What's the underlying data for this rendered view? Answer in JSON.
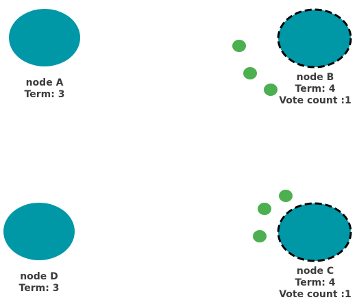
{
  "colors": {
    "node_fill": "#0097a7",
    "candidate_border": "#000000",
    "message_dot": "#4caf50",
    "label_text": "#3b3b3b",
    "background": "#ffffff"
  },
  "nodes": [
    {
      "id": "a",
      "name": "node A",
      "term": "Term: 3",
      "votes": "",
      "candidate": false
    },
    {
      "id": "b",
      "name": "node B",
      "term": "Term: 4",
      "votes": "Vote count :1",
      "candidate": true
    },
    {
      "id": "c",
      "name": "node C",
      "term": "Term: 4",
      "votes": "Vote count :1",
      "candidate": true
    },
    {
      "id": "d",
      "name": "node D",
      "term": "Term: 3",
      "votes": "",
      "candidate": false
    }
  ]
}
